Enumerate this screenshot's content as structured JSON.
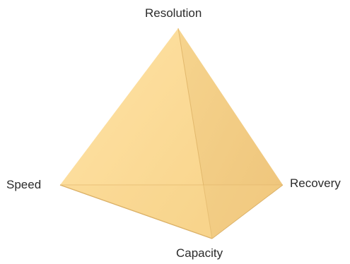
{
  "diagram": {
    "vertices": {
      "apex": "Resolution",
      "left": "Speed",
      "right": "Recovery",
      "front": "Capacity"
    },
    "colors": {
      "front_face": "#fcdd97",
      "right_face": "#f4cf86",
      "base_back": "#f1c97c",
      "base_right": "#e6b867",
      "edge": "#c9a25e",
      "label_text": "#2b2b2b"
    }
  }
}
